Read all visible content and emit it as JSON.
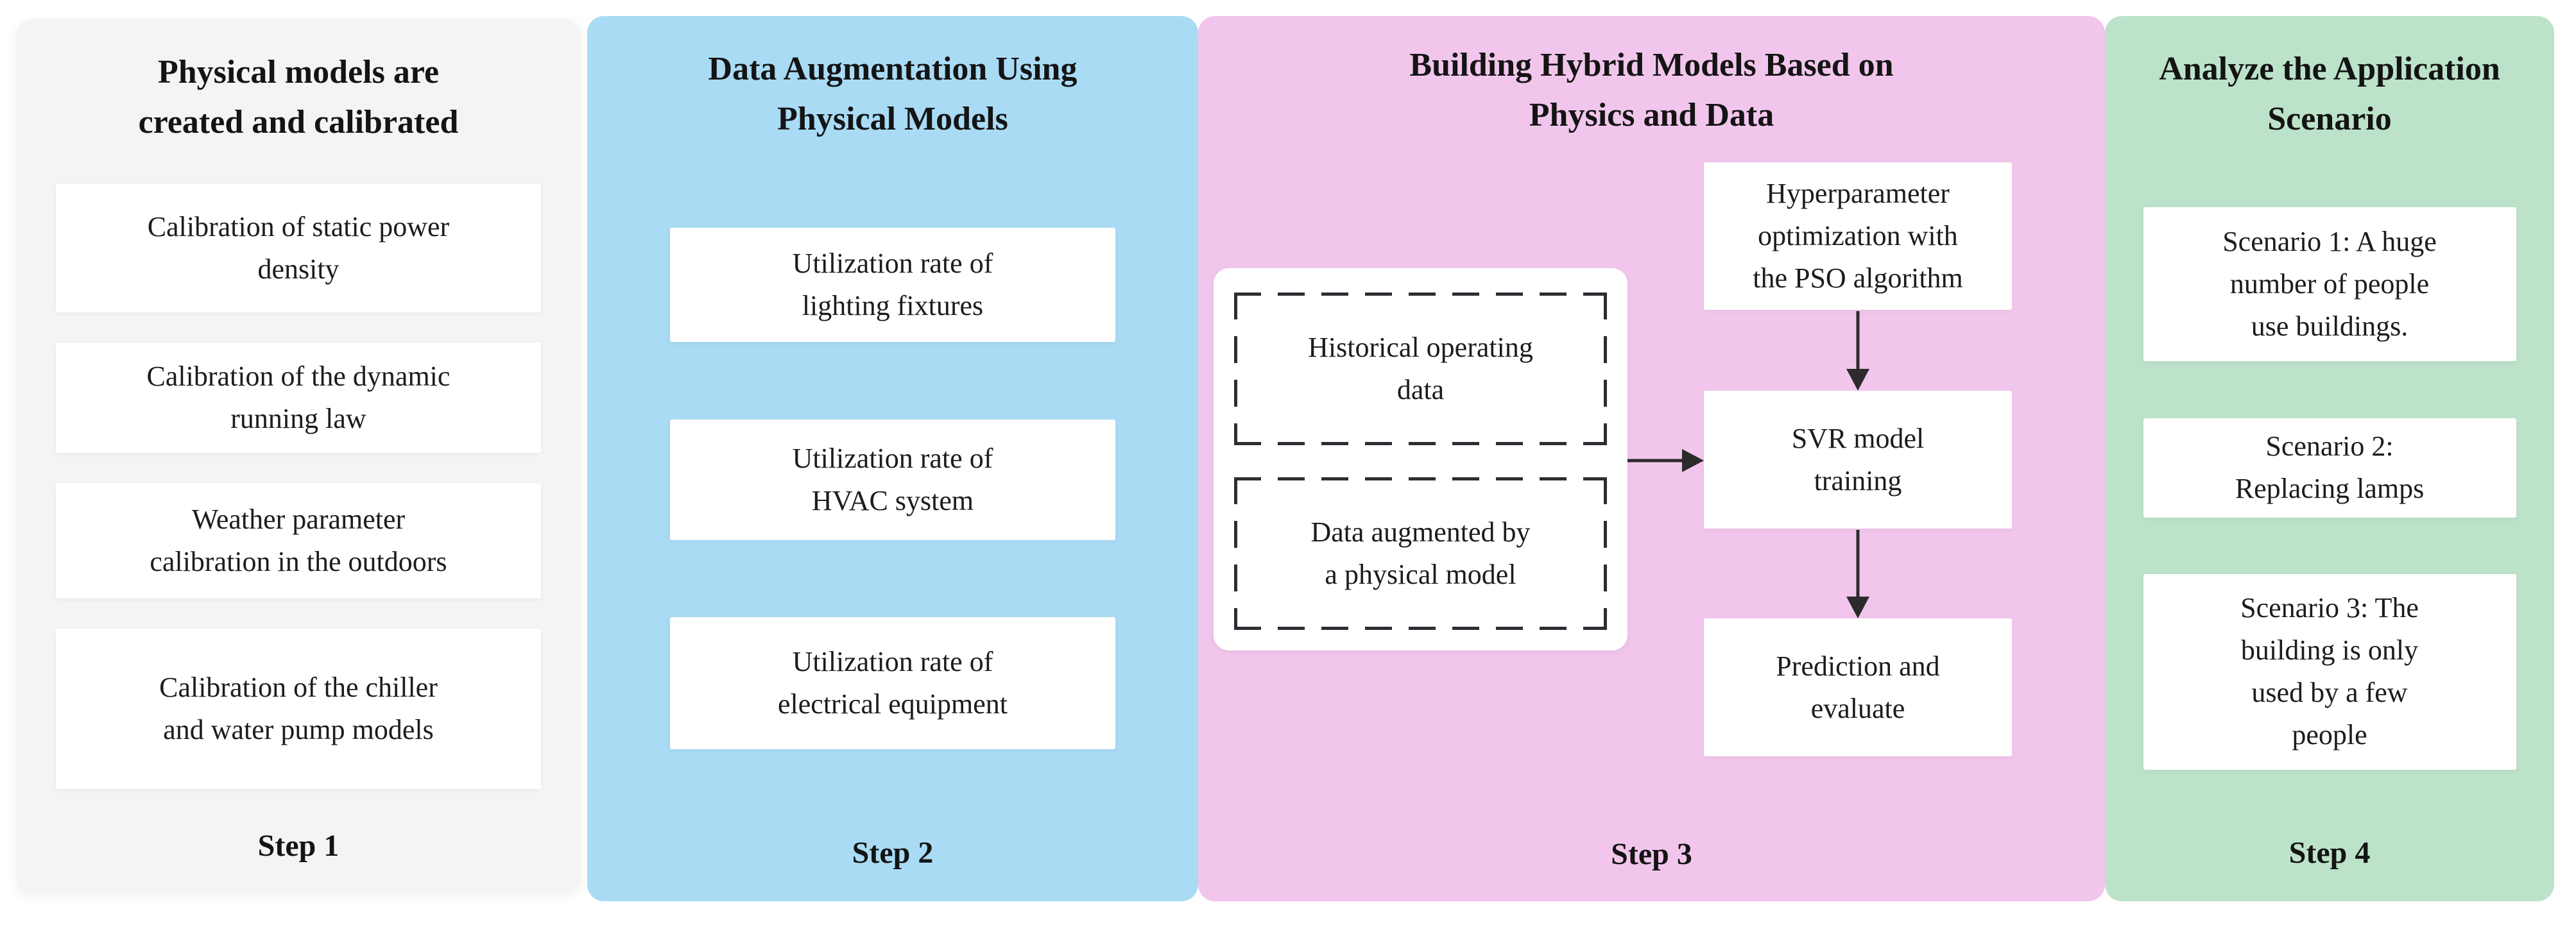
{
  "colors": {
    "page_background": "#ffffff",
    "step1_panel": "#f4f4f5",
    "step2_panel": "#a9dbf5",
    "step3_panel": "#f2c6ec",
    "step4_panel": "#bce3c9",
    "box_background": "#ffffff",
    "text": "#1c1c1c",
    "arrow": "#2b2b2b"
  },
  "panels": [
    {
      "id": "step-1",
      "title": "Physical models are\ncreated and calibrated",
      "step_label": "Step 1",
      "color": "#f4f4f5",
      "boxes": [
        {
          "label": "Calibration of static power\ndensity"
        },
        {
          "label": "Calibration of the dynamic\nrunning law"
        },
        {
          "label": "Weather parameter\ncalibration in the outdoors"
        },
        {
          "label": "Calibration of the chiller\nand water pump models"
        }
      ]
    },
    {
      "id": "step-2",
      "title": "Data Augmentation Using\nPhysical Models",
      "step_label": "Step 2",
      "color": "#a9dbf5",
      "boxes": [
        {
          "label": "Utilization rate of\nlighting fixtures"
        },
        {
          "label": "Utilization rate of\nHVAC system"
        },
        {
          "label": "Utilization rate of\nelectrical equipment"
        }
      ]
    },
    {
      "id": "step-3",
      "title": "Building Hybrid Models Based on\nPhysics and Data",
      "step_label": "Step 3",
      "color": "#f2c6ec",
      "inputs_group": {
        "boxes": [
          {
            "label": "Historical operating\ndata"
          },
          {
            "label": "Data augmented by\na physical model"
          }
        ]
      },
      "boxes": [
        {
          "label": "Hyperparameter\noptimization with\nthe PSO algorithm"
        },
        {
          "label": "SVR model\ntraining"
        },
        {
          "label": "Prediction and\nevaluate"
        }
      ]
    },
    {
      "id": "step-4",
      "title": "Analyze the Application\nScenario",
      "step_label": "Step 4",
      "color": "#bce3c9",
      "boxes": [
        {
          "label": "Scenario 1: A huge\nnumber of people\nuse buildings."
        },
        {
          "label": "Scenario 2:\nReplacing lamps"
        },
        {
          "label": "Scenario 3: The\nbuilding is only\nused by a few\npeople"
        }
      ]
    }
  ]
}
